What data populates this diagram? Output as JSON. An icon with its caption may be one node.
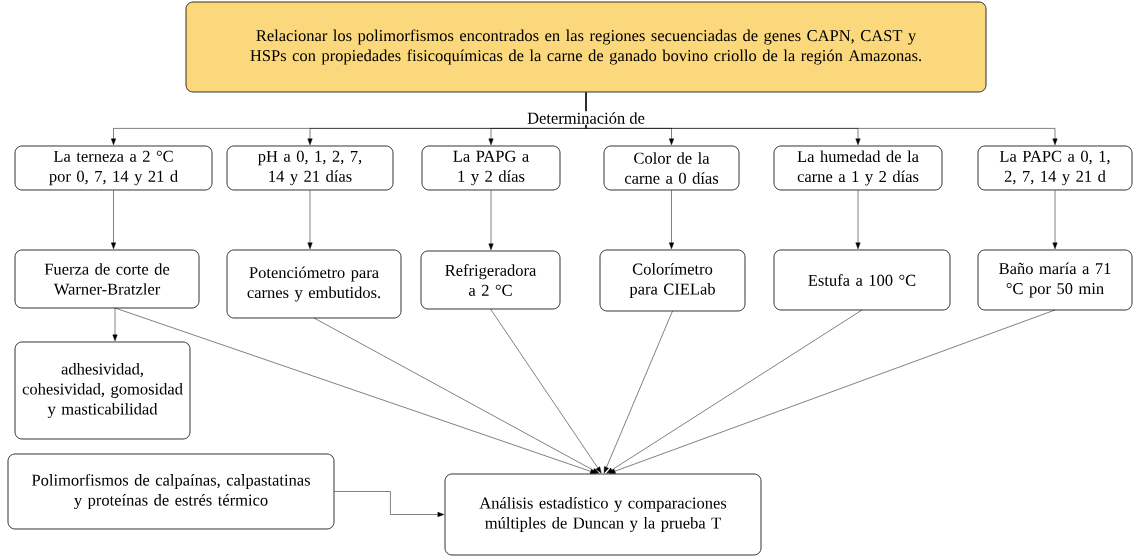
{
  "diagram": {
    "nodes": [
      {
        "text": [
          "Relacionar los polimorfismos encontrados en las regiones secuenciadas de genes CAPN, CAST y HSPs con propiedades fisicoquímicas de la carne de ganado bovino criollo de la región Amazonas."
        ]
      },
      {
        "text": [
          "La terneza a 2 °C por 0, 7, 14 y 21 d"
        ]
      },
      {
        "text": [
          "pH a 0, 1, 2, 7, 14 y 21 días"
        ]
      },
      {
        "text": [
          "La PAPG a 1 y 2 días"
        ]
      },
      {
        "text": [
          "Color de la carne a 0 días"
        ]
      },
      {
        "text": [
          "La humedad de la carne a 1 y 2 días"
        ]
      },
      {
        "text": [
          "La PAPC a 0, 1, 2, 7, 14 y 21 d"
        ]
      },
      {
        "text": [
          "Fuerza de corte de Warner-Bratzler"
        ]
      },
      {
        "text": [
          "Potenciómetro para carnes y embutidos."
        ]
      },
      {
        "text": [
          "Refrigeradora a 2 °C"
        ]
      },
      {
        "text": [
          "Colorímetro para CIELab"
        ]
      },
      {
        "text": [
          "Estufa a 100 °C"
        ]
      },
      {
        "text": [
          "Baño maría a 71 °C por 50 min"
        ]
      },
      {
        "text": [
          "adhesividad, cohesividad, gomosidad y masticabilidad"
        ]
      },
      {
        "text": [
          "Polimorfismos de calpaínas, calpastatinas y proteínas de estrés térmico"
        ]
      },
      {
        "text": [
          "Análisis estadístico y comparaciones múltiples de Duncan y la prueba T"
        ]
      }
    ],
    "edges": [
      {
        "from": 0,
        "to": 1,
        "arrow": "to"
      },
      {
        "from": 0,
        "to": 2,
        "arrow": "to"
      },
      {
        "from": 0,
        "to": 3,
        "arrow": "to"
      },
      {
        "from": 0,
        "to": 4,
        "arrow": "to"
      },
      {
        "from": 0,
        "to": 5,
        "arrow": "to"
      },
      {
        "from": 0,
        "to": 6,
        "arrow": "to"
      },
      {
        "from": 1,
        "to": 7,
        "arrow": "to"
      },
      {
        "from": 2,
        "to": 8,
        "arrow": "to"
      },
      {
        "from": 3,
        "to": 9,
        "arrow": "to"
      },
      {
        "from": 4,
        "to": 10,
        "arrow": "to"
      },
      {
        "from": 5,
        "to": 11,
        "arrow": "to"
      },
      {
        "from": 6,
        "to": 12,
        "arrow": "to"
      },
      {
        "from": 7,
        "to": 13,
        "arrow": "to"
      },
      {
        "from": 7,
        "to": 15,
        "arrow": "to"
      },
      {
        "from": 8,
        "to": 15,
        "arrow": "to"
      },
      {
        "from": 9,
        "to": 15,
        "arrow": "to"
      },
      {
        "from": 10,
        "to": 15,
        "arrow": "to"
      },
      {
        "from": 11,
        "to": 15,
        "arrow": "to"
      },
      {
        "from": 12,
        "to": 15,
        "arrow": "to"
      },
      {
        "from": 14,
        "to": 15,
        "arrow": "to"
      }
    ],
    "labels": [
      "Determinación de"
    ]
  }
}
